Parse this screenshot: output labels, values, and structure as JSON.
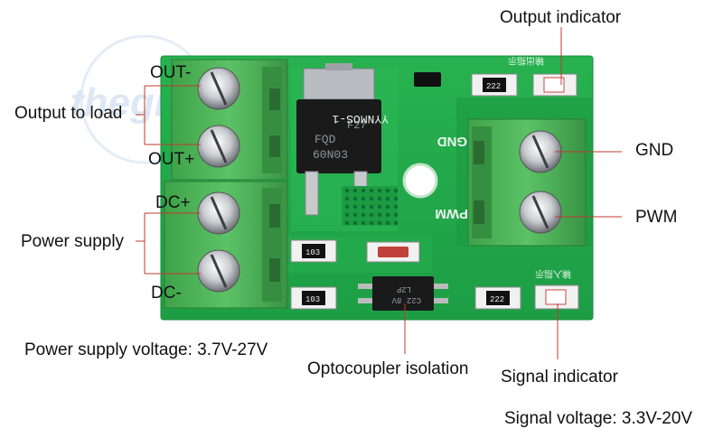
{
  "labels": {
    "out_minus": "OUT-",
    "out_plus": "OUT+",
    "output_to_load": "Output to load",
    "dc_plus": "DC+",
    "dc_minus": "DC-",
    "power_supply": "Power supply",
    "output_indicator": "Output indicator",
    "gnd": "GND",
    "pwm": "PWM",
    "optocoupler": "Optocoupler isolation",
    "signal_indicator": "Signal indicator",
    "power_voltage": "Power supply voltage: 3.7V-27V",
    "signal_voltage": "Signal voltage: 3.3V-20V"
  },
  "board": {
    "silk_model": "YYNMOS-1",
    "silk_gnd": "GND",
    "silk_pwm": "PWM",
    "mosfet_line1": "F27",
    "mosfet_line2": "FQD",
    "mosfet_line3": "60N03",
    "res_top": "222",
    "res_right": "222",
    "res_mid_left": "103",
    "res_bottom_left": "103",
    "opto_line1": "L2P",
    "opto_line2": "C22 8V"
  },
  "watermark": "thegioiic",
  "colors": {
    "pcb": "#20a84a",
    "pcb_dark": "#15803a",
    "terminal": "#4cb455",
    "leader": "#c0392b"
  }
}
